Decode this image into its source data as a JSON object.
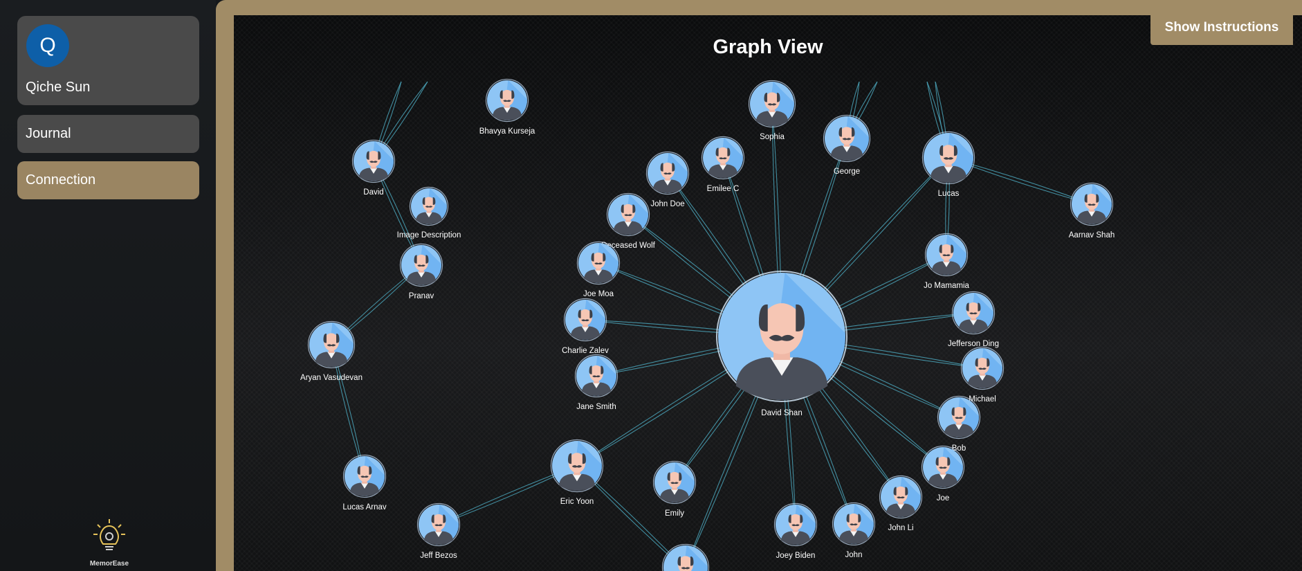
{
  "user": {
    "initial": "Q",
    "name": "Qiche Sun"
  },
  "nav": {
    "journal": "Journal",
    "connection": "Connection"
  },
  "logo": {
    "text": "MemorEase"
  },
  "graph": {
    "title": "Graph View",
    "instructions_button": "Show Instructions",
    "center": {
      "label": "David Shan"
    },
    "nodes": [
      {
        "label": "Bhavya Kurseja"
      },
      {
        "label": "Sophia"
      },
      {
        "label": "George"
      },
      {
        "label": "Lucas"
      },
      {
        "label": "Emilee C"
      },
      {
        "label": "John Doe"
      },
      {
        "label": "David"
      },
      {
        "label": "Image Description"
      },
      {
        "label": "Deceased Wolf"
      },
      {
        "label": "Aarnav Shah"
      },
      {
        "label": "Jo Mamamia"
      },
      {
        "label": "Pranav"
      },
      {
        "label": "Joe Moa"
      },
      {
        "label": "Jefferson Ding"
      },
      {
        "label": "Charlie Zalev"
      },
      {
        "label": "Aryan Vasudevan"
      },
      {
        "label": "Michael"
      },
      {
        "label": "Jane Smith"
      },
      {
        "label": "Bob"
      },
      {
        "label": "Joe"
      },
      {
        "label": "Eric Yoon"
      },
      {
        "label": "Emily"
      },
      {
        "label": "John Li"
      },
      {
        "label": "Lucas Arnav"
      },
      {
        "label": "Jeff Bezos"
      },
      {
        "label": "Joey Biden"
      },
      {
        "label": "John"
      },
      {
        "label": ""
      }
    ]
  },
  "colors": {
    "accent": "#a18c66",
    "edge": "#4aa3b8",
    "node_bg": "#7ab8f0"
  }
}
